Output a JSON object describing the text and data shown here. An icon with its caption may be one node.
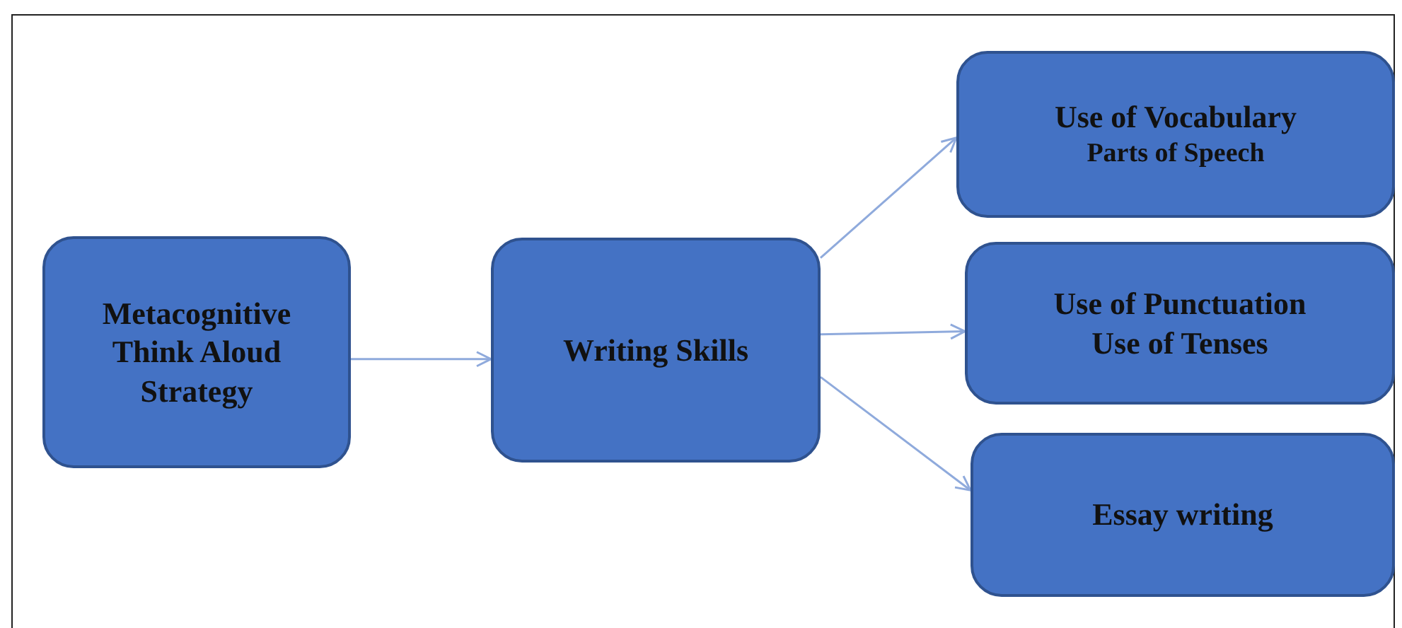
{
  "diagram": {
    "nodes": [
      {
        "text": [
          "Metacognitive Think Aloud Strategy"
        ]
      },
      {
        "text": [
          "Writing Skills"
        ]
      },
      {
        "text": [
          "Use of Vocabulary",
          "Parts of Speech"
        ]
      },
      {
        "text": [
          "Use of Punctuation",
          "Use of Tenses"
        ]
      },
      {
        "text": [
          "Essay writing"
        ]
      }
    ],
    "edges": [
      {
        "from": 0,
        "to": 1,
        "arrow": "to"
      },
      {
        "from": 1,
        "to": 2,
        "arrow": "to"
      },
      {
        "from": 1,
        "to": 3,
        "arrow": "to"
      },
      {
        "from": 1,
        "to": 4,
        "arrow": "to"
      }
    ]
  }
}
